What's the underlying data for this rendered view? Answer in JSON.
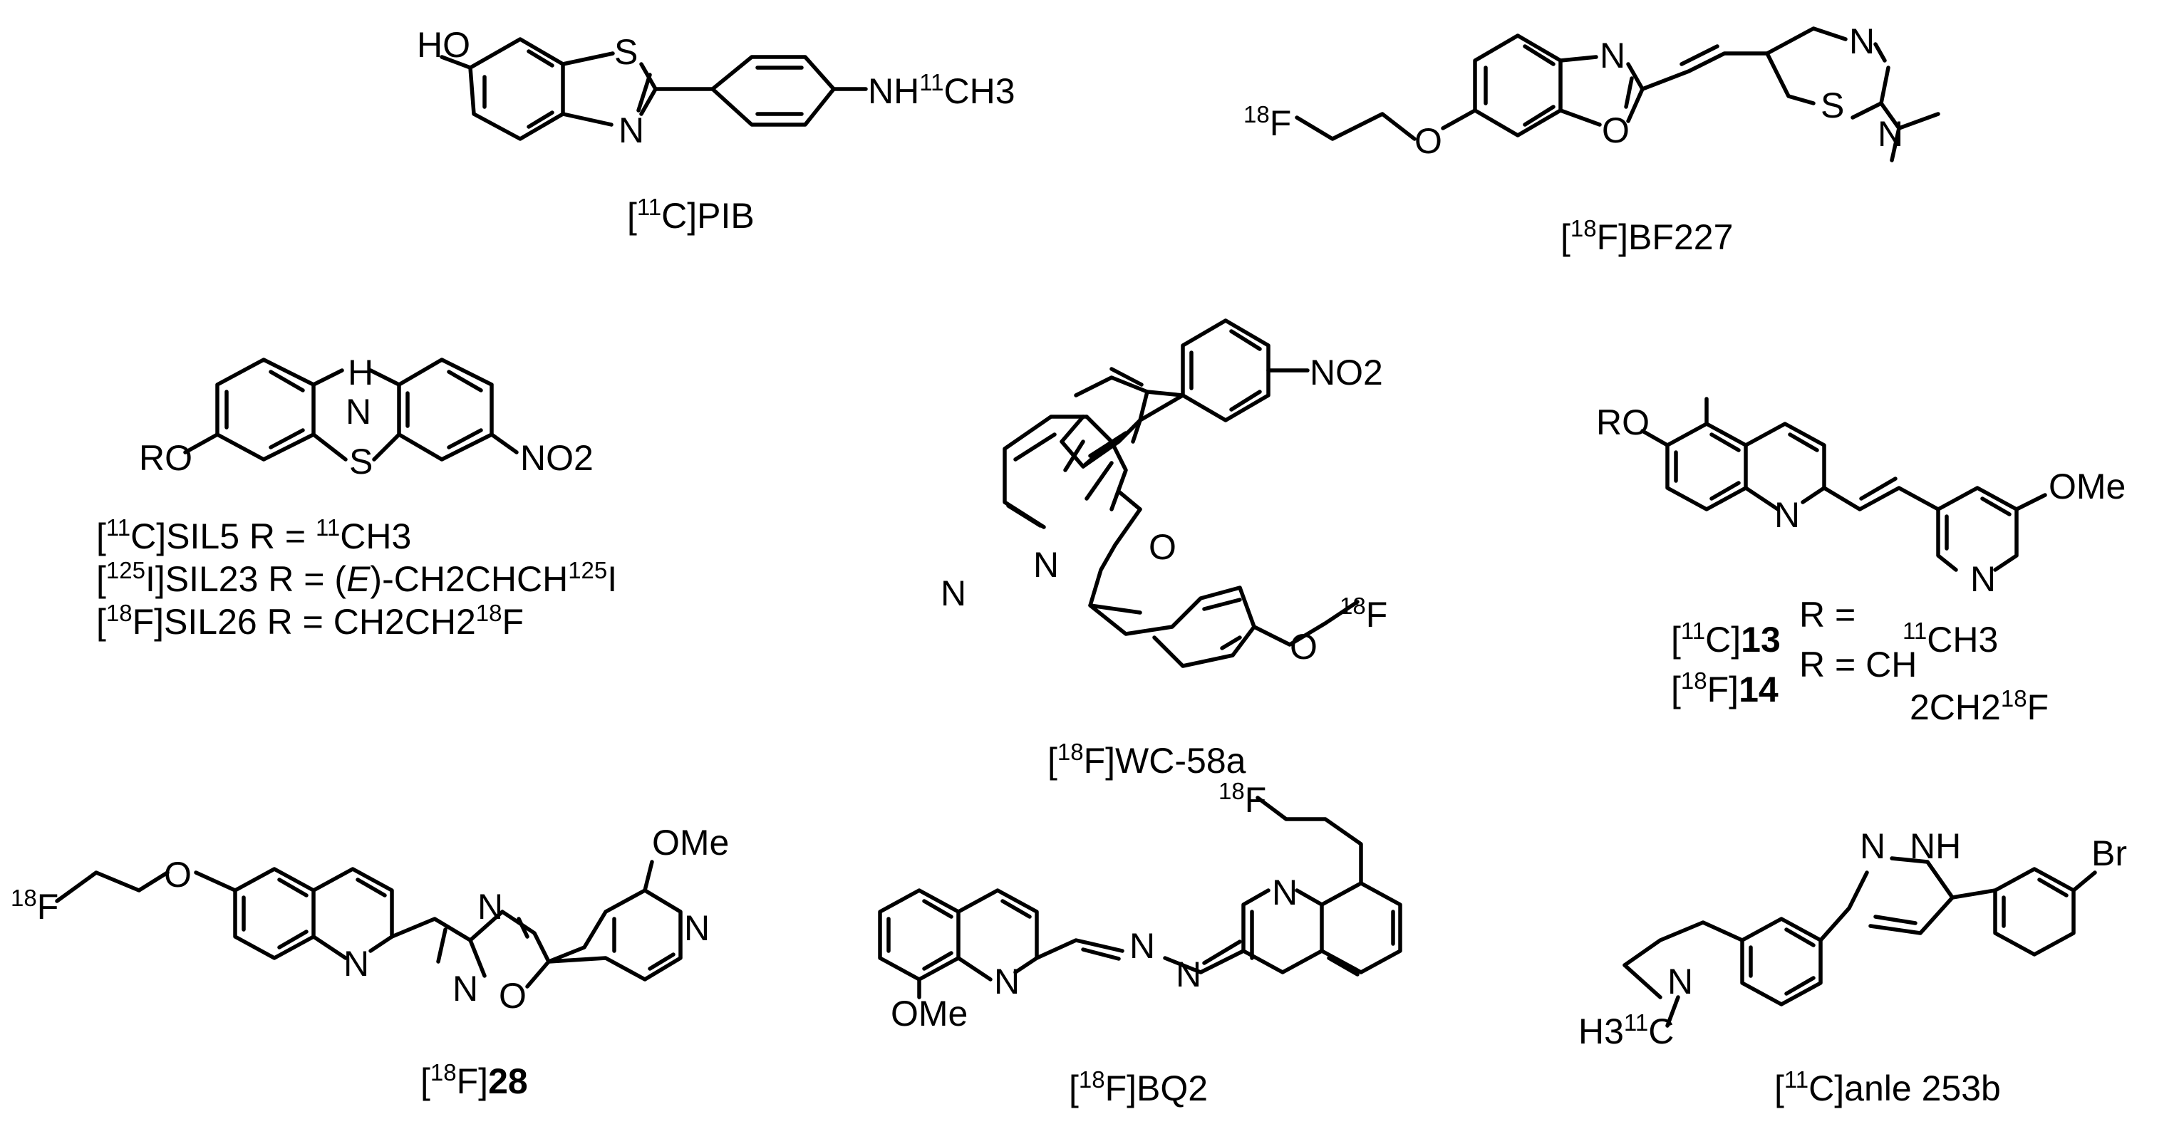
{
  "compounds": {
    "pib": {
      "hetero": {
        "ho": "HO",
        "s": "S",
        "n": "N",
        "nh": "NH",
        "iso": "11",
        "ch3": "CH3"
      },
      "name": {
        "open": "[",
        "iso": "11",
        "rest": "C]PIB"
      }
    },
    "bf227": {
      "hetero": {
        "f_iso": "18",
        "f": "F",
        "o_chain": "O",
        "n_box": "N",
        "o_box": "O",
        "n_thz": "N",
        "s_thz": "S",
        "n_me2": "N"
      },
      "name": {
        "open": "[",
        "iso": "18",
        "rest": "F]BF227"
      }
    },
    "sil": {
      "hetero": {
        "h": "H",
        "n": "N",
        "s": "S",
        "ro": "RO",
        "no2": "NO2"
      },
      "lines": [
        {
          "open": "[",
          "iso": "11",
          "rest": "C]SIL5  R = ",
          "iso2": "11",
          "tail": "CH3"
        },
        {
          "open": "[",
          "iso": "125",
          "rest": "I]SIL23  R = (",
          "e": "E",
          "mid": ")-CH2CHCH",
          "iso2": "125",
          "tail": "I"
        },
        {
          "open": "[",
          "iso": "18",
          "rest": "F]SIL26  R = CH2CH2",
          "iso2": "18",
          "tail": "F"
        }
      ]
    },
    "wc58a": {
      "hetero": {
        "no2": "NO2",
        "o": "O",
        "n_py": "N",
        "n_lac": "N",
        "o_eth": "O",
        "f_iso": "18",
        "f": "F"
      },
      "name": {
        "open": "[",
        "iso": "18",
        "rest": "F]WC-58a"
      }
    },
    "q13": {
      "hetero": {
        "ro": "RO",
        "n_q": "N",
        "ome": "OMe",
        "n_py": "N"
      },
      "line1": {
        "open": "[",
        "iso": "11",
        "rest": "C]",
        "num": "13",
        "r": "R = ",
        "iso2": "11",
        "tail": "CH3"
      },
      "line2": {
        "open": "[",
        "iso": "18",
        "rest": "F]",
        "num": "14",
        "r": "R = CH",
        "tail2": "2CH2",
        "iso2": "18",
        "f": "F"
      }
    },
    "c28": {
      "hetero": {
        "f_iso": "18",
        "f": "F",
        "o_chain": "O",
        "n_q": "N",
        "n_ox1": "N",
        "n_ox2": "N",
        "o_ox": "O",
        "ome": "OMe",
        "n_py": "N"
      },
      "name": {
        "open": "[",
        "iso": "18",
        "rest": "F]",
        "num": "28"
      }
    },
    "bq2": {
      "hetero": {
        "ome": "OMe",
        "n_q1": "N",
        "n_hz1": "N",
        "n_hz2": "N",
        "n_q2": "N",
        "f_iso": "18",
        "f": "F"
      },
      "name": {
        "open": "[",
        "iso": "18",
        "rest": "F]BQ2"
      }
    },
    "anle": {
      "hetero": {
        "n_pz": "N",
        "nh": "NH",
        "br": "Br",
        "n_me": "N",
        "h3": "H3",
        "iso": "11",
        "c": "C"
      },
      "name": {
        "open": "[",
        "iso": "11",
        "rest": "C]anle 253b"
      }
    }
  }
}
